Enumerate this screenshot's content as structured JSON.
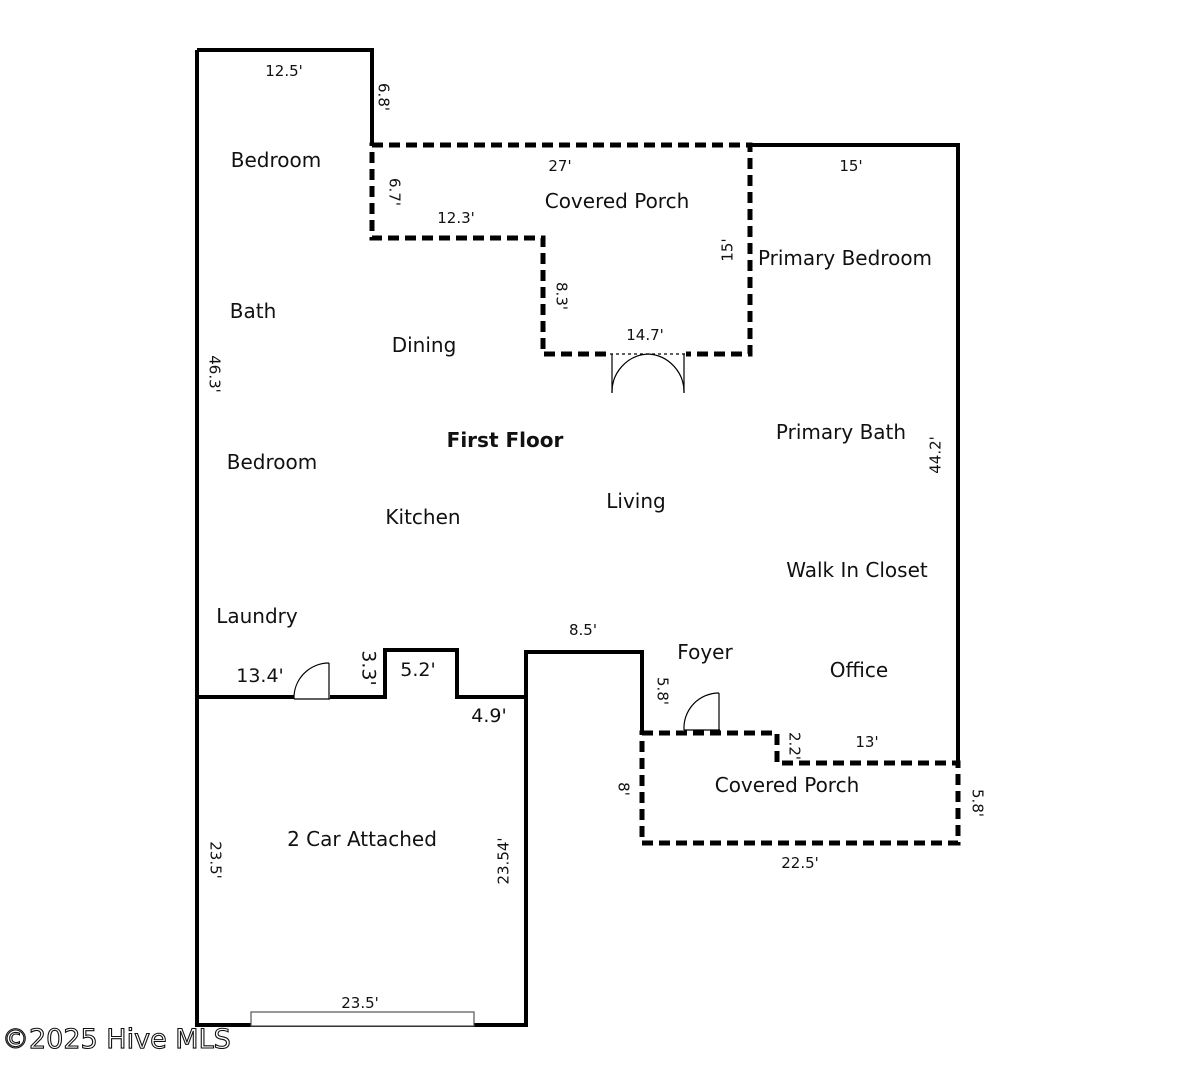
{
  "title": "First Floor",
  "rooms": {
    "bedroom_top": "Bedroom",
    "bath": "Bath",
    "dining": "Dining",
    "bedroom_mid": "Bedroom",
    "kitchen": "Kitchen",
    "living": "Living",
    "laundry": "Laundry",
    "covered_porch_top": "Covered Porch",
    "primary_bedroom": "Primary Bedroom",
    "primary_bath": "Primary Bath",
    "walk_in_closet": "Walk In Closet",
    "foyer": "Foyer",
    "office": "Office",
    "covered_porch_bottom": "Covered Porch",
    "garage": "2 Car Attached"
  },
  "dimensions": {
    "top_left_width": "12.5'",
    "top_left_notch": "6.8'",
    "porch_top_width": "27'",
    "primary_width": "15'",
    "porch_left_height": "6.7'",
    "porch_inner_width": "12.3'",
    "porch_right_height": "15'",
    "porch_step_height": "8.3'",
    "porch_bottom_width": "14.7'",
    "left_height": "46.3'",
    "right_height": "44.2'",
    "garage_top_left": "13.4'",
    "garage_step_height": "3.3'",
    "garage_step_width": "5.2'",
    "garage_step_right": "4.9'",
    "foyer_width": "8.5'",
    "foyer_height": "5.8'",
    "front_porch_notch": "2.2'",
    "front_porch_top": "13'",
    "front_porch_left": "8'",
    "front_porch_right": "5.8'",
    "front_porch_bottom": "22.5'",
    "garage_left": "23.5'",
    "garage_right": "23.54'",
    "garage_door": "23.5'"
  },
  "watermark": "©2025 Hive MLS"
}
